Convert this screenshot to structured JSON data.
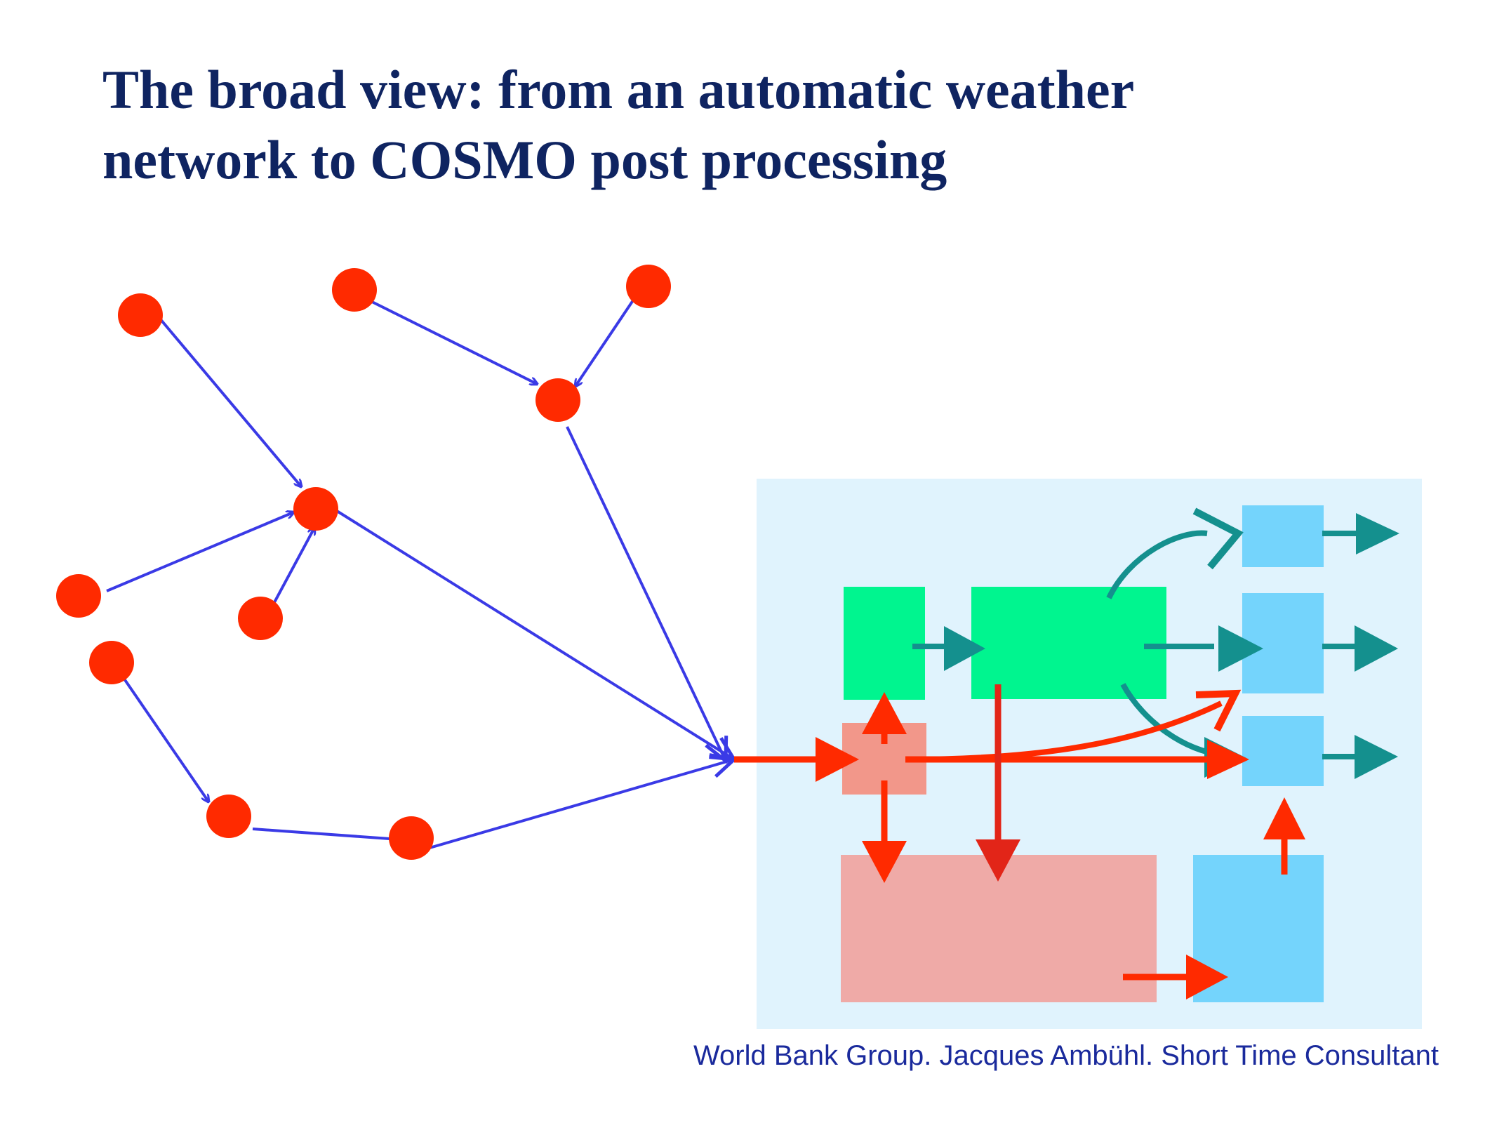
{
  "title": {
    "line1": "The broad view: from an automatic weather",
    "line2": "network to COSMO post processing"
  },
  "footer": "World Bank Group. Jacques Ambühl. Short Time Consultant",
  "colors": {
    "title": "#0f2461",
    "station_node": "#ff2a00",
    "network_arrow": "#3a3ae6",
    "panel_background": "#e0f3fd",
    "green_box": "#00f58f",
    "salmon_box": "#f2978a",
    "pink_box": "#efaaa7",
    "blue_box": "#74d4fc",
    "teal_arrow": "#14908e",
    "red_arrow": "#ff2a00"
  }
}
